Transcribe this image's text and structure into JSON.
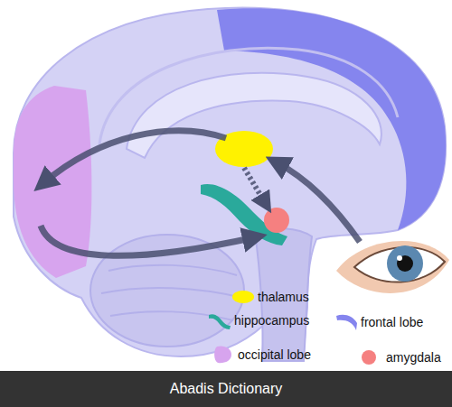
{
  "diagram": {
    "labels": [
      "Abadis Dictionary"
    ],
    "legend": [
      {
        "text": "thalamus",
        "color": "#fff200"
      },
      {
        "text": "hippocampus",
        "color": "#2aa99b"
      },
      {
        "text": "frontal lobe",
        "color": "#8585ee"
      },
      {
        "text": "occipital lobe",
        "color": "#d7a4ee"
      },
      {
        "text": "amygdala",
        "color": "#f58080"
      }
    ]
  }
}
